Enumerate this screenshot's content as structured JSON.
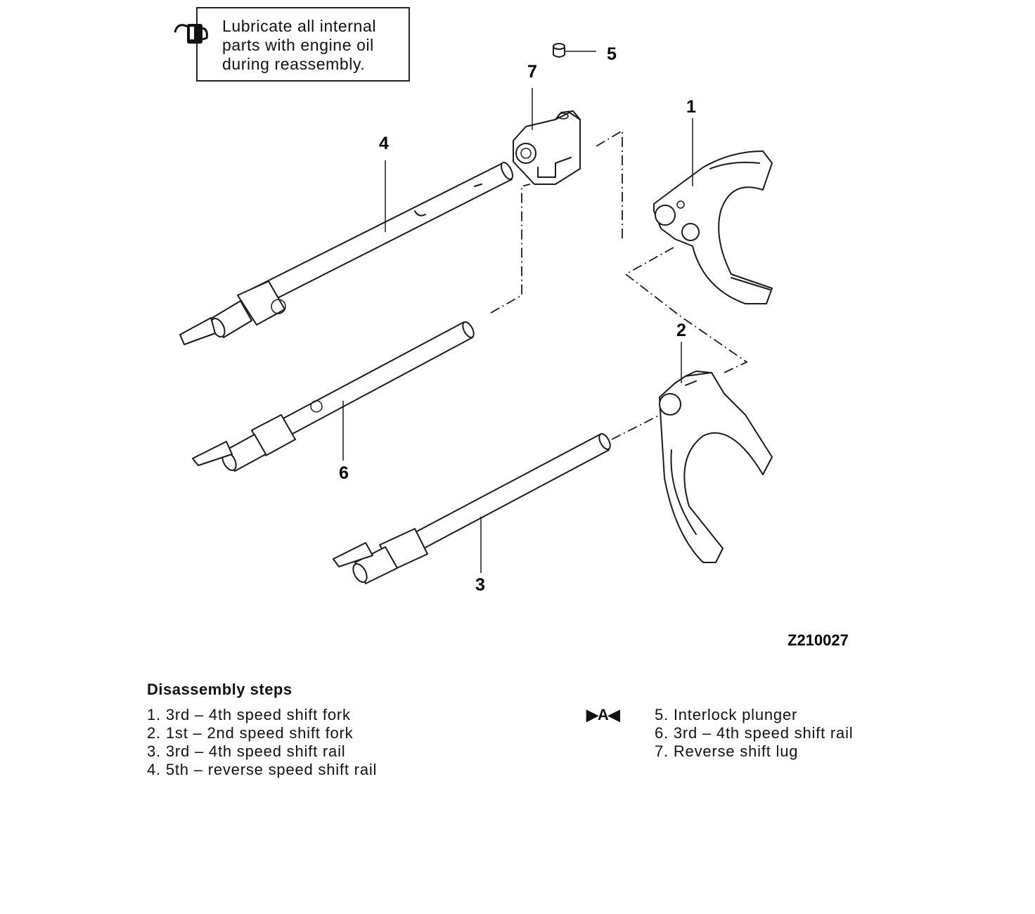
{
  "note": {
    "icon": "oil-can-icon",
    "lines": [
      "Lubricate all internal",
      "parts with engine oil",
      "during reassembly."
    ]
  },
  "callouts": {
    "c1": "1",
    "c2": "2",
    "c3": "3",
    "c4": "4",
    "c5": "5",
    "c6": "6",
    "c7": "7"
  },
  "figure_id": "Z210027",
  "steps": {
    "title": "Disassembly steps",
    "left": [
      "1. 3rd – 4th speed shift fork",
      "2. 1st – 2nd speed shift fork",
      "3. 3rd – 4th speed shift rail",
      "4. 5th – reverse speed shift rail"
    ],
    "marker": "▶A◀",
    "right": [
      "5. Interlock plunger",
      "6. 3rd – 4th speed shift rail",
      "7. Reverse shift lug"
    ]
  }
}
